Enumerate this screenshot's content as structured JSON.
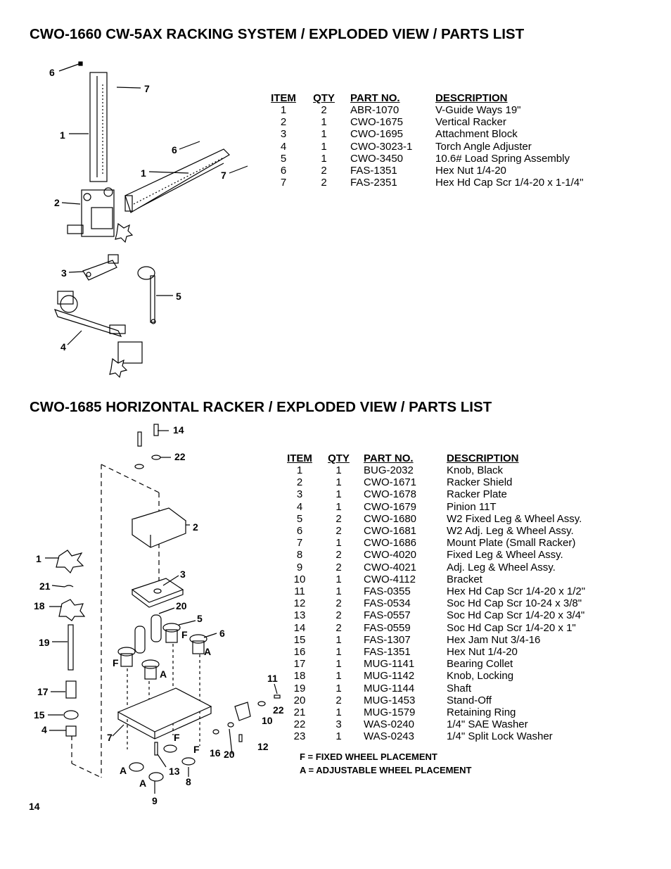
{
  "section1": {
    "title": "CWO-1660 CW-5AX RACKING SYSTEM / EXPLODED VIEW / PARTS LIST",
    "headers": {
      "item": "ITEM",
      "qty": "QTY",
      "part": "PART NO.",
      "desc": "DESCRIPTION"
    },
    "rows": [
      {
        "item": "1",
        "qty": "2",
        "part": "ABR-1070",
        "desc": "V-Guide Ways 19\""
      },
      {
        "item": "2",
        "qty": "1",
        "part": "CWO-1675",
        "desc": "Vertical Racker"
      },
      {
        "item": "3",
        "qty": "1",
        "part": "CWO-1695",
        "desc": "Attachment Block"
      },
      {
        "item": "4",
        "qty": "1",
        "part": "CWO-3023-1",
        "desc": "Torch Angle Adjuster"
      },
      {
        "item": "5",
        "qty": "1",
        "part": "CWO-3450",
        "desc": "10.6# Load Spring Assembly"
      },
      {
        "item": "6",
        "qty": "2",
        "part": "FAS-1351",
        "desc": "Hex Nut 1/4-20"
      },
      {
        "item": "7",
        "qty": "2",
        "part": "FAS-2351",
        "desc": "Hex Hd Cap Scr 1/4-20 x 1-1/4\""
      }
    ],
    "callouts": [
      "6",
      "7",
      "1",
      "6",
      "1",
      "7",
      "2",
      "3",
      "5",
      "4"
    ]
  },
  "section2": {
    "title": "CWO-1685 HORIZONTAL RACKER / EXPLODED VIEW / PARTS LIST",
    "headers": {
      "item": "ITEM",
      "qty": "QTY",
      "part": "PART NO.",
      "desc": "DESCRIPTION"
    },
    "rows": [
      {
        "item": "1",
        "qty": "1",
        "part": "BUG-2032",
        "desc": "Knob, Black"
      },
      {
        "item": "2",
        "qty": "1",
        "part": "CWO-1671",
        "desc": "Racker Shield"
      },
      {
        "item": "3",
        "qty": "1",
        "part": "CWO-1678",
        "desc": "Racker Plate"
      },
      {
        "item": "4",
        "qty": "1",
        "part": "CWO-1679",
        "desc": "Pinion 11T"
      },
      {
        "item": "5",
        "qty": "2",
        "part": "CWO-1680",
        "desc": "W2 Fixed Leg & Wheel Assy."
      },
      {
        "item": "6",
        "qty": "2",
        "part": "CWO-1681",
        "desc": "W2 Adj. Leg & Wheel Assy."
      },
      {
        "item": "7",
        "qty": "1",
        "part": "CWO-1686",
        "desc": "Mount Plate (Small Racker)"
      },
      {
        "item": "8",
        "qty": "2",
        "part": "CWO-4020",
        "desc": "Fixed Leg & Wheel Assy."
      },
      {
        "item": "9",
        "qty": "2",
        "part": "CWO-4021",
        "desc": "Adj. Leg & Wheel Assy."
      },
      {
        "item": "10",
        "qty": "1",
        "part": "CWO-4112",
        "desc": "Bracket"
      },
      {
        "item": "11",
        "qty": "1",
        "part": "FAS-0355",
        "desc": "Hex Hd Cap Scr 1/4-20 x 1/2\""
      },
      {
        "item": "12",
        "qty": "2",
        "part": "FAS-0534",
        "desc": "Soc Hd Cap Scr 10-24 x 3/8\""
      },
      {
        "item": "13",
        "qty": "2",
        "part": "FAS-0557",
        "desc": "Soc Hd Cap Scr 1/4-20 x 3/4\""
      },
      {
        "item": "14",
        "qty": "2",
        "part": "FAS-0559",
        "desc": "Soc Hd Cap Scr 1/4-20 x 1\""
      },
      {
        "item": "15",
        "qty": "1",
        "part": "FAS-1307",
        "desc": "Hex Jam Nut 3/4-16"
      },
      {
        "item": "16",
        "qty": "1",
        "part": "FAS-1351",
        "desc": "Hex Nut 1/4-20"
      },
      {
        "item": "17",
        "qty": "1",
        "part": "MUG-1141",
        "desc": "Bearing Collet"
      },
      {
        "item": "18",
        "qty": "1",
        "part": "MUG-1142",
        "desc": "Knob, Locking"
      },
      {
        "item": "19",
        "qty": "1",
        "part": "MUG-1144",
        "desc": "Shaft"
      },
      {
        "item": "20",
        "qty": "2",
        "part": "MUG-1453",
        "desc": "Stand-Off"
      },
      {
        "item": "21",
        "qty": "1",
        "part": "MUG-1579",
        "desc": "Retaining Ring"
      },
      {
        "item": "22",
        "qty": "3",
        "part": "WAS-0240",
        "desc": "1/4\" SAE Washer"
      },
      {
        "item": "23",
        "qty": "1",
        "part": "WAS-0243",
        "desc": "1/4\" Split Lock Washer"
      }
    ],
    "notes": [
      "F = FIXED WHEEL PLACEMENT",
      "A = ADJUSTABLE WHEEL PLACEMENT"
    ],
    "callouts": [
      "14",
      "22",
      "2",
      "1",
      "3",
      "21",
      "20",
      "18",
      "5",
      "6",
      "F",
      "19",
      "A",
      "F",
      "A",
      "11",
      "17",
      "22",
      "15",
      "10",
      "4",
      "7",
      "F",
      "F",
      "12",
      "16",
      "20",
      "13",
      "A",
      "8",
      "A",
      "9"
    ]
  },
  "page_number": "14"
}
